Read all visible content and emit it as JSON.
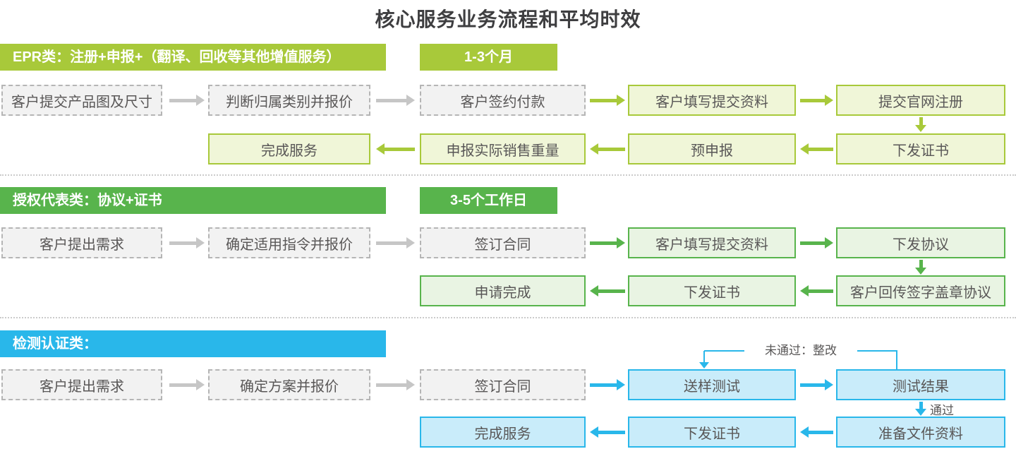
{
  "title": "核心服务业务流程和平均时效",
  "colors": {
    "epr_accent": "#a8c93a",
    "epr_fill": "#f0f6d8",
    "agent_accent": "#58b44c",
    "agent_fill": "#e9f4e3",
    "test_accent": "#29b7ea",
    "test_fill": "#c9ecfa",
    "pending_fill": "#f2f2f2",
    "pending_border": "#b5b5b5",
    "gray_arrow": "#c6c6c6",
    "text": "#595757"
  },
  "sections": [
    {
      "name": "EPR",
      "header": "EPR类：注册+申报+（翻译、回收等其他增值服务）",
      "duration": "1-3个月",
      "row1": [
        "客户提交产品图及尺寸",
        "判断归属类别并报价",
        "客户签约付款",
        "客户填写提交资料",
        "提交官网注册"
      ],
      "row2": [
        "完成服务",
        "申报实际销售重量",
        "预申报",
        "下发证书"
      ]
    },
    {
      "name": "授权代表类",
      "header": "授权代表类：协议+证书",
      "duration": "3-5个工作日",
      "row1": [
        "客户提出需求",
        "确定适用指令并报价",
        "签订合同",
        "客户填写提交资料",
        "下发协议"
      ],
      "row2": [
        "申请完成",
        "下发证书",
        "客户回传签字盖章协议"
      ]
    },
    {
      "name": "检测认证类",
      "header": "检测认证类：",
      "row1": [
        "客户提出需求",
        "确定方案并报价",
        "签订合同",
        "送样测试",
        "测试结果"
      ],
      "row2": [
        "完成服务",
        "下发证书",
        "准备文件资料"
      ],
      "fail_label": "未通过：整改",
      "pass_label": "通过"
    }
  ]
}
